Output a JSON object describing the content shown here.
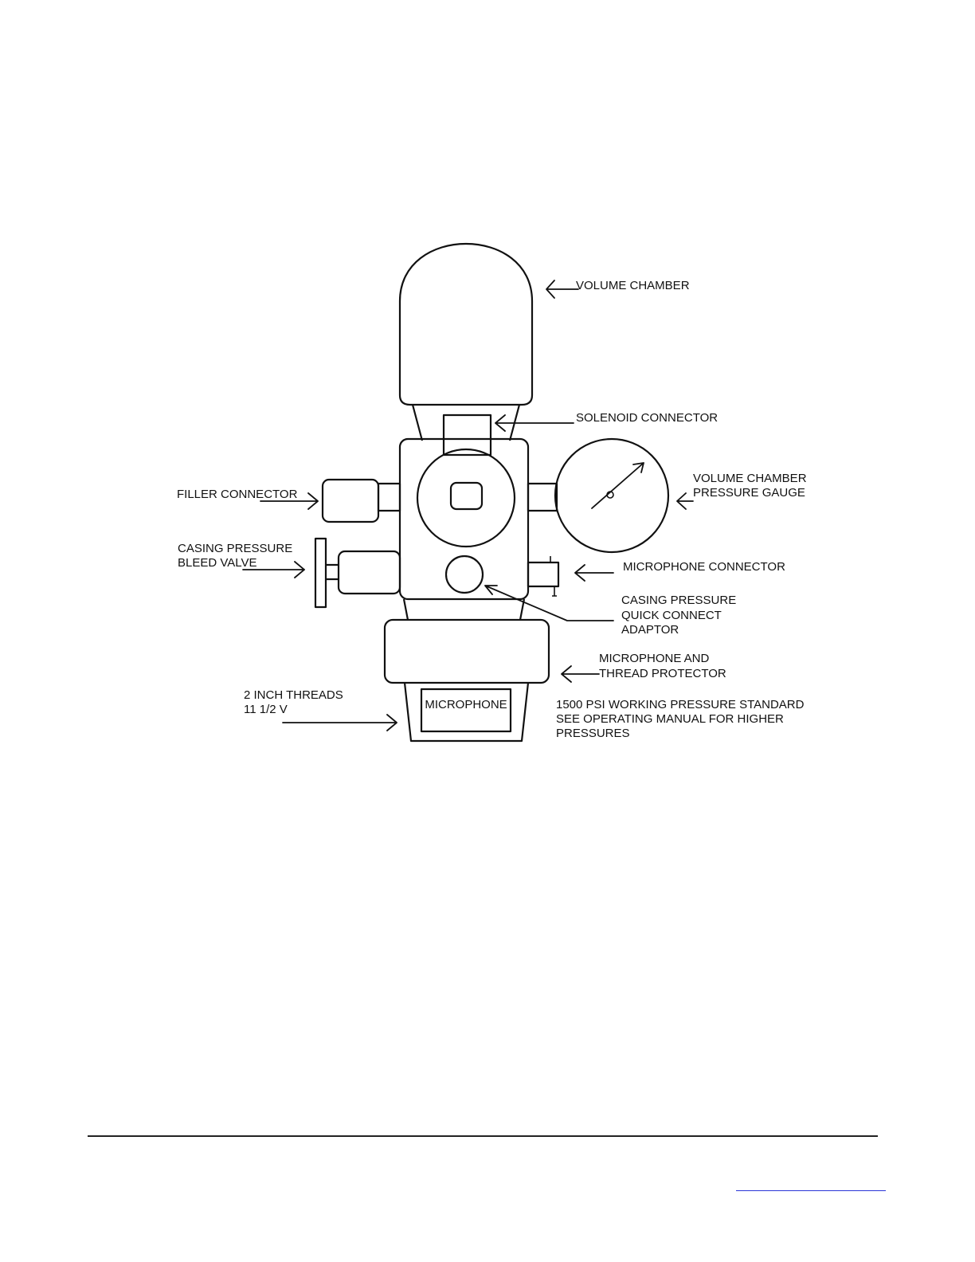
{
  "diagram": {
    "labels": {
      "volume_chamber": "VOLUME CHAMBER",
      "solenoid_connector": "SOLENOID CONNECTOR",
      "filler_connector": "FILLER CONNECTOR",
      "gauge_line1": "VOLUME CHAMBER",
      "gauge_line2": "PRESSURE GAUGE",
      "bleed_line1": "CASING PRESSURE",
      "bleed_line2": "BLEED VALVE",
      "microphone_connector": "MICROPHONE CONNECTOR",
      "quick_line1": "CASING PRESSURE",
      "quick_line2": "QUICK CONNECT",
      "quick_line3": "ADAPTOR",
      "protector_line1": "MICROPHONE AND",
      "protector_line2": "THREAD PROTECTOR",
      "threads_line1": "2 INCH THREADS",
      "threads_line2": "11 1/2 V",
      "microphone": "MICROPHONE",
      "note_line1": "1500 PSI WORKING PRESSURE STANDARD",
      "note_line2": "SEE OPERATING MANUAL FOR HIGHER",
      "note_line3": "PRESSURES"
    }
  },
  "colors": {
    "ink": "#111111",
    "footer_rule": "#222222",
    "link": "#2a35d8"
  }
}
